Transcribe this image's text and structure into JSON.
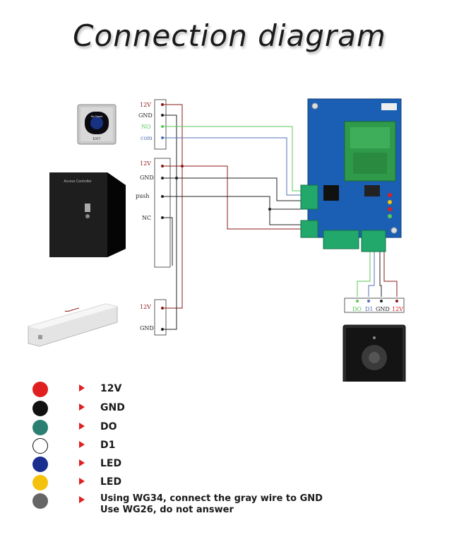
{
  "title": "Connection diagram",
  "colors": {
    "red": "#e02020",
    "black": "#111111",
    "teal": "#2a7f72",
    "white": "#ffffff",
    "navy": "#1b2f8f",
    "yellow": "#f4c20d",
    "gray": "#666666",
    "green_wire": "#58c858",
    "blue_wire": "#5470b0",
    "dark_red_wire": "#8b1a1a"
  },
  "exit_button": {
    "top_text": "No Touch",
    "bottom_text": "EXIT"
  },
  "power_box": {
    "label": "Access Controller"
  },
  "terminal_exit": [
    "12V",
    "GND",
    "NO",
    "com"
  ],
  "terminal_power": [
    "12V",
    "GND",
    "push",
    "NC"
  ],
  "terminal_lock": [
    "12V",
    "GND"
  ],
  "terminal_reader": [
    "DO",
    "D1",
    "GND",
    "12V"
  ],
  "legend": [
    {
      "color": "#e02020",
      "label": "12V"
    },
    {
      "color": "#111111",
      "label": "GND"
    },
    {
      "color": "#2a7f72",
      "label": "DO"
    },
    {
      "color": "#ffffff",
      "label": "D1"
    },
    {
      "color": "#1b2f8f",
      "label": "LED"
    },
    {
      "color": "#f4c20d",
      "label": "LED"
    },
    {
      "color": "#666666",
      "label": ""
    }
  ],
  "note": {
    "line1": "Using WG34, connect the gray wire to GND",
    "line2": "Use WG26, do not answer"
  }
}
